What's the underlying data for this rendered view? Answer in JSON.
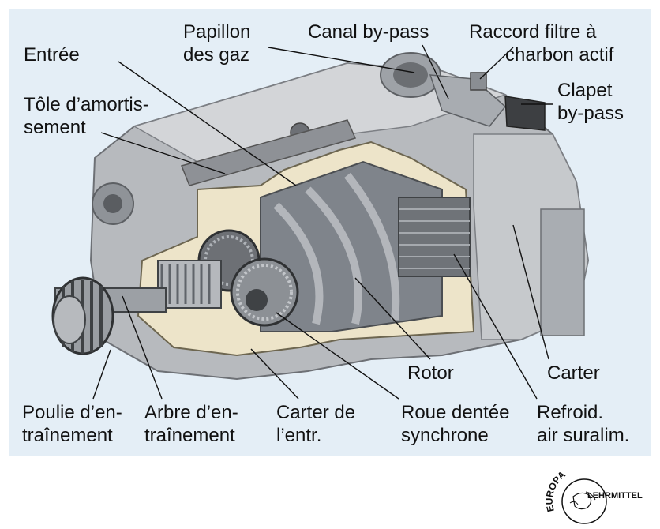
{
  "labels": {
    "entree": [
      "Entrée"
    ],
    "papillon": [
      "Papillon",
      "des gaz"
    ],
    "canal": [
      "Canal by-pass"
    ],
    "raccord": [
      "Raccord filtre à",
      "charbon actif"
    ],
    "clapet": [
      "Clapet",
      "by-pass"
    ],
    "tole": [
      "Tôle d’amortis-",
      "sement"
    ],
    "rotor": [
      "Rotor"
    ],
    "carter": [
      "Carter"
    ],
    "poulie": [
      "Poulie d’en-",
      "traînement"
    ],
    "arbre": [
      "Arbre d’en-",
      "traînement"
    ],
    "carter_entr": [
      "Carter de",
      "l’entr."
    ],
    "roue": [
      "Roue dentée",
      "synchrone"
    ],
    "refroid": [
      "Refroid.",
      "air suralim."
    ]
  },
  "logo": {
    "top_text": "EUROPA",
    "bottom_text": "LEHRMITTEL"
  },
  "colors": {
    "panel": "#e4eef6",
    "housing": "#b9bcc0",
    "cut_section": "#efe6cc",
    "rotor": "#8a8f96",
    "leader": "#111111"
  }
}
